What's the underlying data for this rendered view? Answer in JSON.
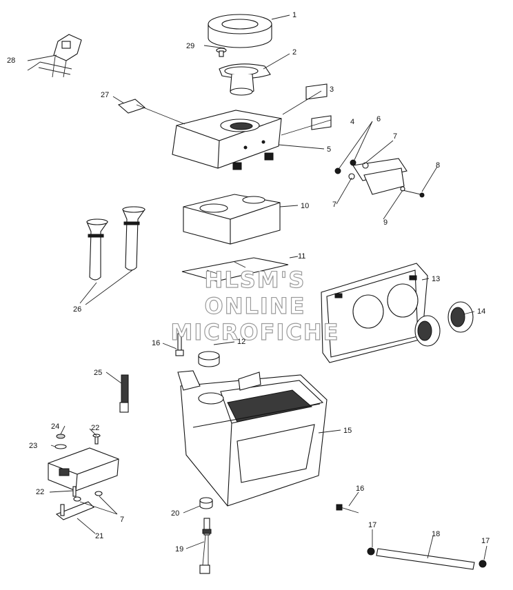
{
  "callouts": [
    "1",
    "29",
    "2",
    "28",
    "27",
    "3",
    "4",
    "5",
    "6",
    "7",
    "7",
    "8",
    "9",
    "10",
    "11",
    "26",
    "13",
    "14",
    "16",
    "12",
    "25",
    "15",
    "24",
    "22",
    "23",
    "22",
    "7",
    "21",
    "20",
    "16",
    "17",
    "18",
    "17",
    "19"
  ],
  "watermark": {
    "line1": "HLSM'S",
    "line2": "ONLINE",
    "line3": "MICROFICHE"
  }
}
